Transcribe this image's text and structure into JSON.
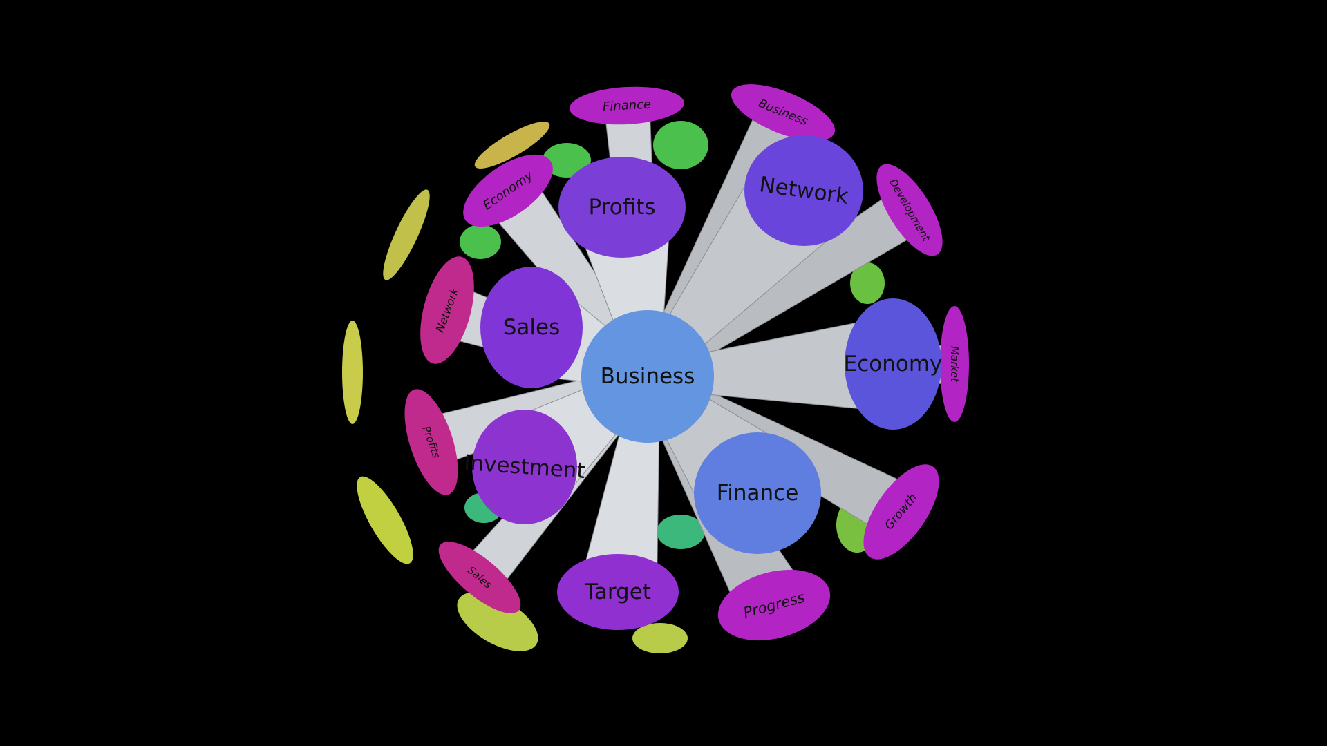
{
  "center": {
    "label": "Business",
    "color": "#6495e0"
  },
  "primary": [
    {
      "label": "Profits",
      "color": "#7b3fd8"
    },
    {
      "label": "Network",
      "color": "#6a45dc"
    },
    {
      "label": "Sales",
      "color": "#8035d6"
    },
    {
      "label": "Economy",
      "color": "#5b55dc"
    },
    {
      "label": "Investment",
      "color": "#8c33d0"
    },
    {
      "label": "Finance",
      "color": "#5f7ee0"
    },
    {
      "label": "Target",
      "color": "#9030d0"
    }
  ],
  "secondary": [
    {
      "label": "Finance"
    },
    {
      "label": "Business"
    },
    {
      "label": "Economy"
    },
    {
      "label": "Development"
    },
    {
      "label": "Network"
    },
    {
      "label": "Market"
    },
    {
      "label": "Profits"
    },
    {
      "label": "Growth"
    },
    {
      "label": "Sales"
    },
    {
      "label": "Progress"
    }
  ],
  "colors": {
    "secondary": "#b324c4",
    "secondary_alt": "#c02a8c",
    "cone": "#c8cbd0",
    "rim": "#b8cc4a",
    "back_green": "#4cc04c"
  }
}
